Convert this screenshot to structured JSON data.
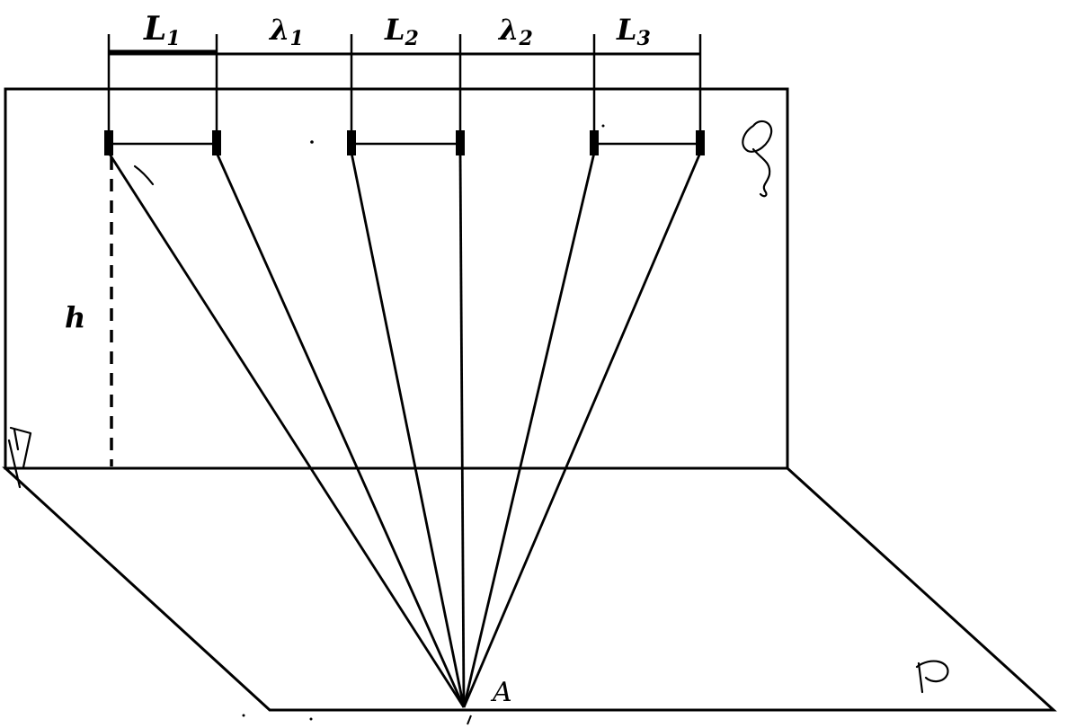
{
  "labels": {
    "L1": {
      "main": "L",
      "sub": "1"
    },
    "lambda1": {
      "main": "λ",
      "sub": "1"
    },
    "L2": {
      "main": "L",
      "sub": "2"
    },
    "lambda2": {
      "main": "λ",
      "sub": "2"
    },
    "L3": {
      "main": "L",
      "sub": "3"
    },
    "h": "h",
    "A": "A"
  },
  "handwritten": {
    "vertical_plane_mark": "Q",
    "horizontal_plane_mark": "P"
  }
}
